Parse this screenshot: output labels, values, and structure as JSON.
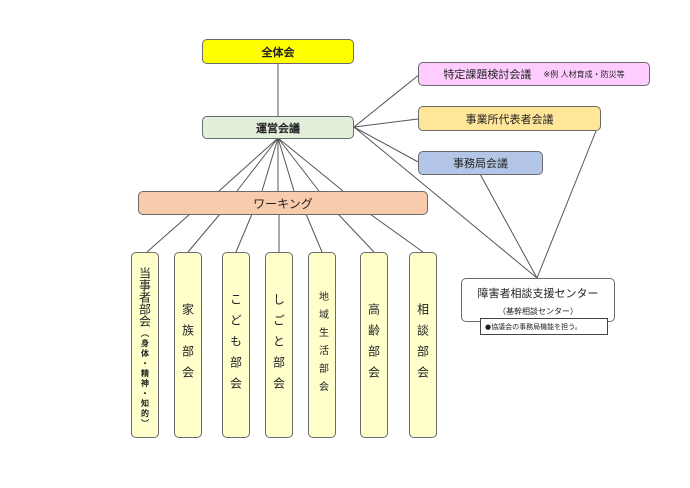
{
  "nodes": {
    "general_assembly": {
      "label": "全体会",
      "color": "#ffff00"
    },
    "steering": {
      "label": "運営会議",
      "color": "#e2efda"
    },
    "specific_issues": {
      "label": "特定課題検討会議",
      "note": "※例 人材育成・防災等",
      "color": "#ffccff"
    },
    "office_reps": {
      "label": "事業所代表者会議",
      "color": "#ffe699"
    },
    "secretariat": {
      "label": "事務局会議",
      "color": "#b4c6e7"
    },
    "working": {
      "label": "ワーキング",
      "color": "#f8cbad"
    },
    "support_center": {
      "label": "障害者相談支援センター",
      "sub": "（基幹相談センター）",
      "note": "●協議会の事務局機能を担う。",
      "color": "#ffffff"
    }
  },
  "subcommittees": [
    {
      "label": "当事者部会",
      "sub": "（身体・精神・知的）"
    },
    {
      "label": "家族部会"
    },
    {
      "label": "こども部会"
    },
    {
      "label": "しごと部会"
    },
    {
      "label": "地域生活部会"
    },
    {
      "label": "高齢部会"
    },
    {
      "label": "相談部会"
    }
  ],
  "colors": {
    "subcommittee": "#ffffcc",
    "line": "#555555"
  }
}
